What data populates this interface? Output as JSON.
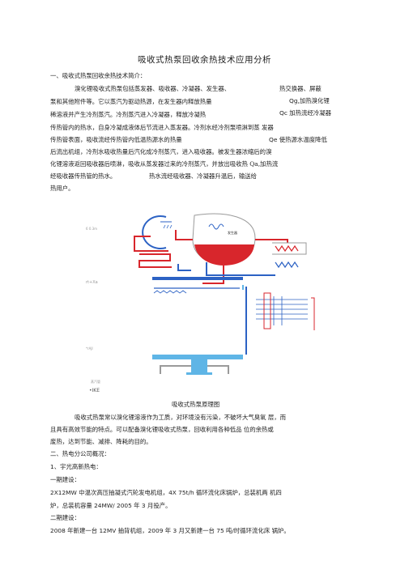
{
  "title": "吸收式热泵回收余热技术应用分析",
  "section1_heading": "一、吸收式热泵回收余热技术简介：",
  "intro_lines": [
    "溴化锂吸收式热泵包括蒸发器、吸收器、冷凝器、发生器、",
    "泵和其他附件等。它以蒸汽为驱动热源，在发生器内释放热量",
    "稀溶液并产生冷剂蒸汽。冷剂蒸汽进入冷凝器，释放冷凝热",
    "传热管内的热水，自身冷凝成液体后节流进入蒸发器。冷剂水经冷剂泵喷淋到蒸 发器",
    "传热管表面，吸收流经传热管内低温热源水的热量",
    "后流出机组，冷剂水吸收热量后汽化成冷剂蒸汽，进入吸收器。被发生器浓缩后的溴",
    "化锂溶液返回吸收器后喷淋，吸收从蒸发器过来的冷剂蒸汽，并放出吸收热 Qa,加热流",
    "经吸收器传热管的热水。",
    "热水流经吸收器、冷凝器升温后，输送给",
    "热用户。"
  ],
  "side_notes": {
    "note1": "热交换器、屏蔽",
    "note2": "Qg,加热溴化锂",
    "note3": "Qc 加热流经冷凝器",
    "note4": "Qe 使热源水温度降低"
  },
  "diagram": {
    "labels": [
      "6 0.3m",
      "rt+Xa",
      "*rAJl",
      "蒸汽管",
      "•IKE",
      "发生器"
    ]
  },
  "caption": "吸收式热泵原理图",
  "para2_lines": [
    "吸收式热泵常以溴化锂溶液作为工质，对环境没有污染，不破坏大气臭氧 层，而",
    "且具有高效节能的特点。可以配备溴化锂吸收式热泵，回收利用各种低品 位的余热或",
    "废热，达到节能、减排、降耗的目的。"
  ],
  "section2_heading": "二、热电分公司概况：",
  "item1_heading": "1、宇光高新热电：",
  "phase1_heading": "一期建设：",
  "phase1_lines": [
    "2X12MW 中温次高压抽凝式汽轮发电机组，4X 75t/h 循环流化床锅炉，总装机两 机四",
    "炉，总装机容量 24MW/ 2005 年 3 月投产。"
  ],
  "phase2_heading": "二期建设：",
  "phase2_lines": [
    "2008 年新建一台 12MV 抽背机组，2009 年 3 月又新建一台 75 吨/时循环流化床 锅炉。"
  ],
  "colors": {
    "red": "#d8262c",
    "blue": "#2c62c4",
    "light_blue": "#5fb5e6",
    "gray": "#9a9a9a"
  }
}
